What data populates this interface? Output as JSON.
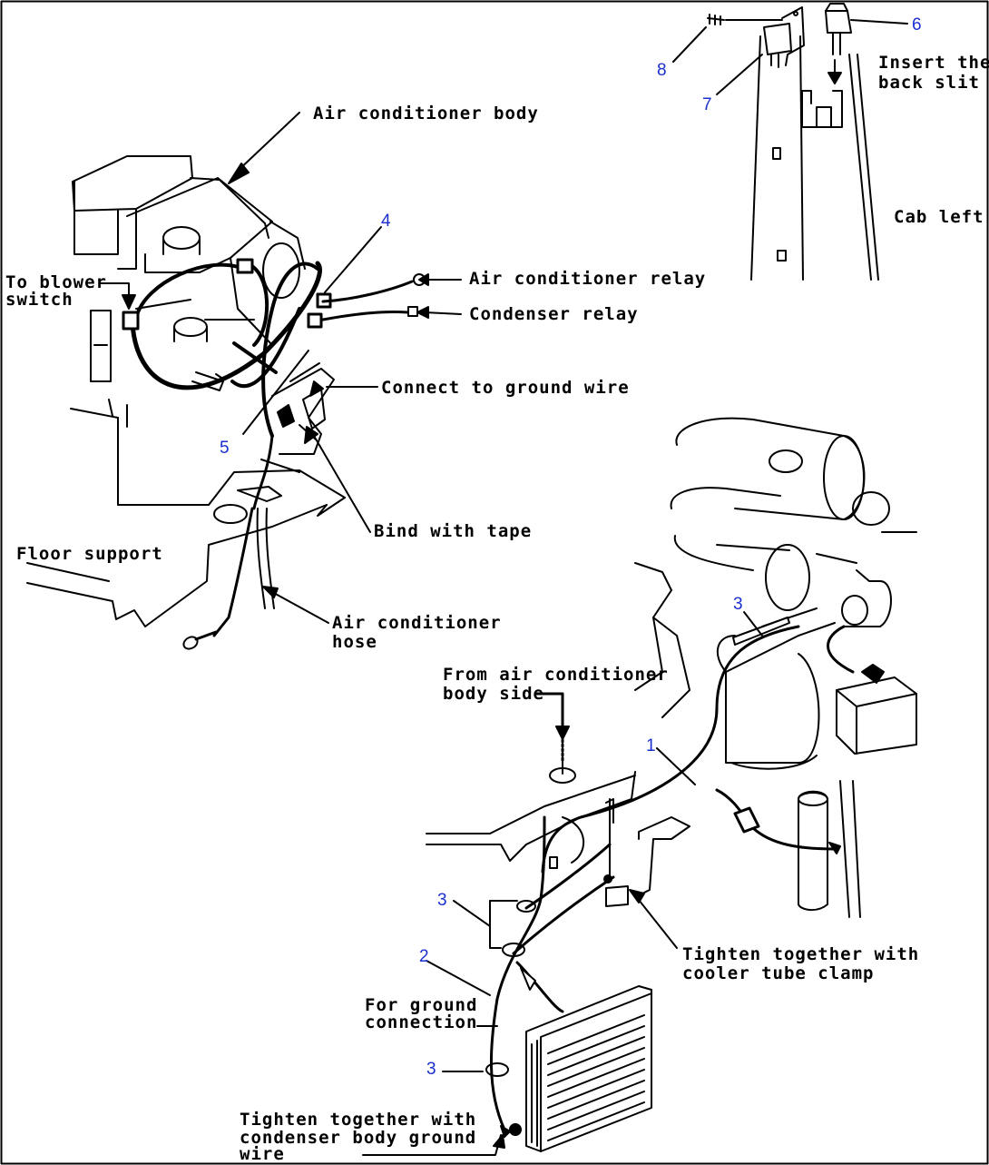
{
  "labels": {
    "air_conditioner_body": "Air conditioner body",
    "to_blower_switch_1": "To blower",
    "to_blower_switch_2": "switch",
    "air_conditioner_relay": "Air conditioner relay",
    "condenser_relay": "Condenser relay",
    "connect_to_ground_wire": "Connect to ground wire",
    "bind_with_tape": "Bind with tape",
    "floor_support": "Floor support",
    "air_conditioner_hose_1": "Air conditioner",
    "air_conditioner_hose_2": "hose",
    "insert_back_slit_1": "Insert the",
    "insert_back_slit_2": "back slit",
    "cab_left": "Cab left",
    "from_ac_body_side_1": "From air conditioner",
    "from_ac_body_side_2": "body side",
    "tighten_cooler_1": "Tighten together with",
    "tighten_cooler_2": "cooler tube clamp",
    "for_ground_connection_1": "For ground",
    "for_ground_connection_2": "connection",
    "tighten_condenser_1": "Tighten together with",
    "tighten_condenser_2": "condenser body ground",
    "tighten_condenser_3": "wire"
  },
  "part_numbers": {
    "p1": "1",
    "p2": "2",
    "p3_top": "3",
    "p3_mid": "3",
    "p3_low": "3",
    "p4": "4",
    "p5": "5",
    "p6": "6",
    "p7": "7",
    "p8": "8"
  },
  "colors": {
    "line": "#000000",
    "part_number": "#1a2fd0",
    "background": "#ffffff"
  }
}
